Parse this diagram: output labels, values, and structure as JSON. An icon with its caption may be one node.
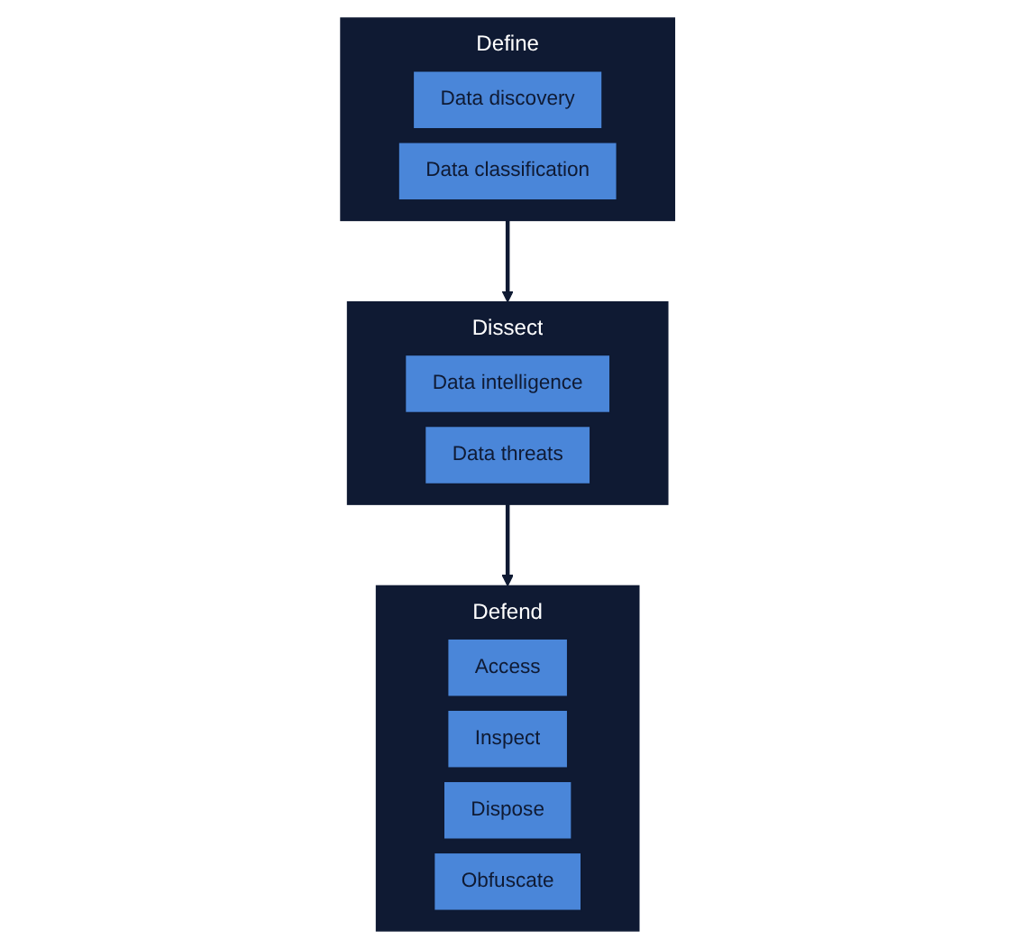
{
  "diagram": {
    "nodes": [
      {
        "text": [
          "Define"
        ]
      },
      {
        "text": [
          "Data discovery"
        ],
        "in": 0
      },
      {
        "text": [
          "Data classification"
        ],
        "in": 0
      },
      {
        "text": [
          "Dissect"
        ]
      },
      {
        "text": [
          "Data intelligence"
        ],
        "in": 3
      },
      {
        "text": [
          "Data threats"
        ],
        "in": 3
      },
      {
        "text": [
          "Defend"
        ]
      },
      {
        "text": [
          "Access"
        ],
        "in": 6
      },
      {
        "text": [
          "Inspect"
        ],
        "in": 6
      },
      {
        "text": [
          "Dispose"
        ],
        "in": 6
      },
      {
        "text": [
          "Obfuscate"
        ],
        "in": 6
      }
    ],
    "edges": [
      {
        "from": 0,
        "to": 3,
        "arrow": "to"
      },
      {
        "from": 3,
        "to": 6,
        "arrow": "to"
      }
    ]
  }
}
